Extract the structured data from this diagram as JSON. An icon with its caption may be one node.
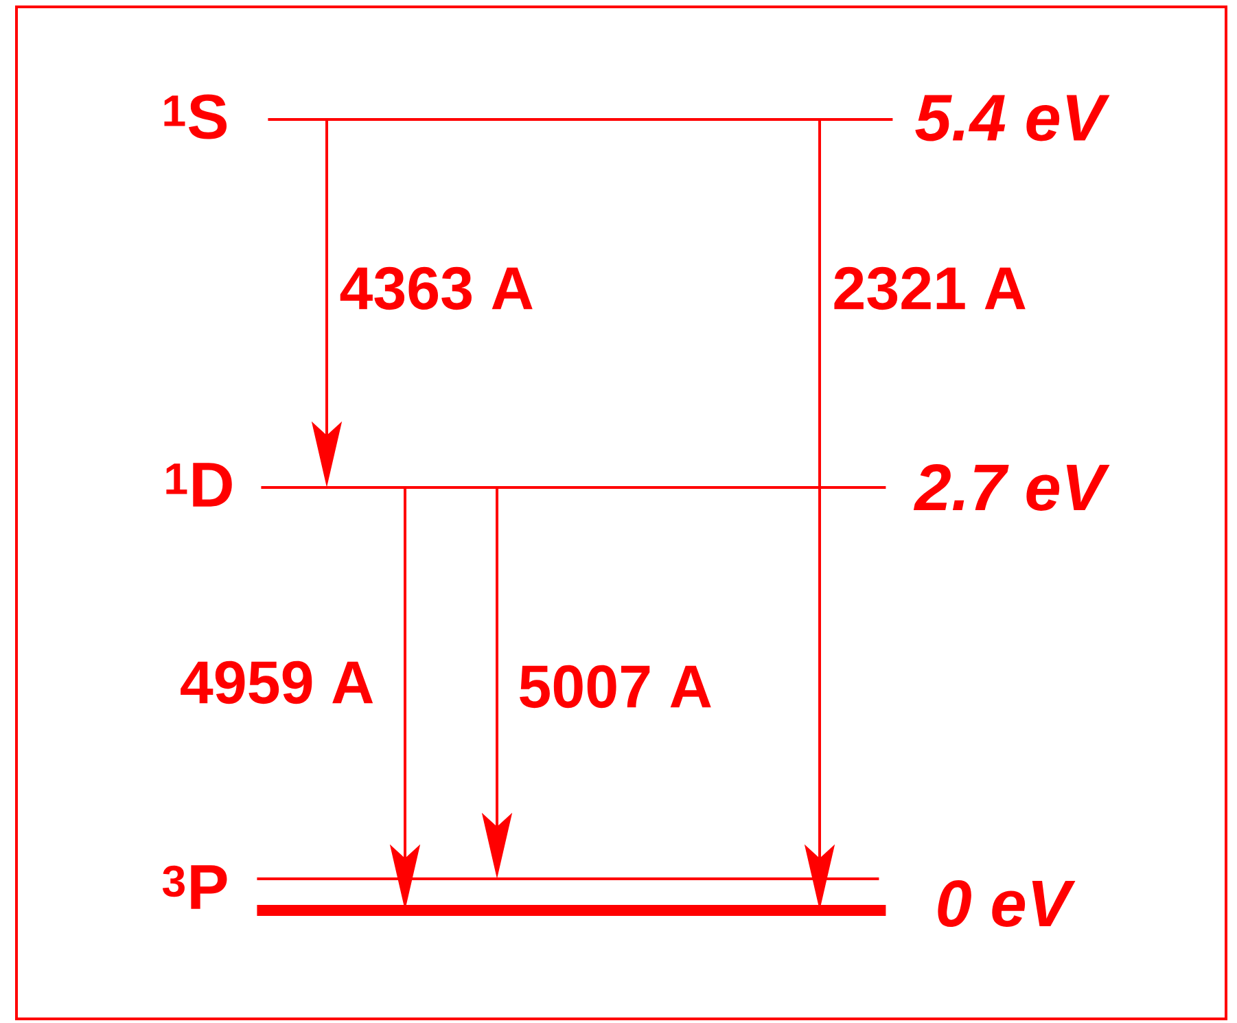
{
  "diagram": {
    "nodes": [
      {
        "text": [
          "$^{1}$S"
        ],
        "beside": [
          "5.4 eV"
        ]
      },
      {
        "text": [
          "$^{1}$D"
        ],
        "beside": [
          "2.7 eV"
        ]
      },
      {
        "text": [
          "$^{3}$P"
        ],
        "beside": [
          "0 eV"
        ]
      },
      {
        "text": [],
        "shape": "bar"
      }
    ],
    "edges": [
      {
        "from": 0,
        "to": 1,
        "arrow": "to",
        "label": "4363 A"
      },
      {
        "from": 0,
        "to": 3,
        "arrow": "to",
        "label": "2321 A"
      },
      {
        "from": 1,
        "to": 3,
        "arrow": "to",
        "label": "4959 A"
      },
      {
        "from": 1,
        "to": 2,
        "arrow": "to",
        "label": "5007 A"
      }
    ]
  }
}
